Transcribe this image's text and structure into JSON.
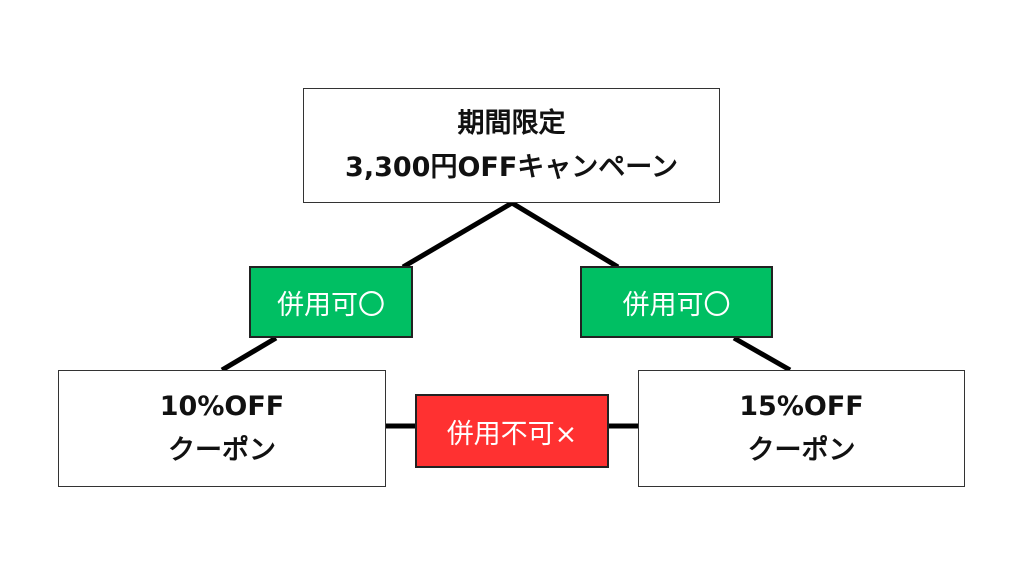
{
  "top": {
    "line1": "期間限定",
    "line2": "3,300円OFFキャンペーン"
  },
  "left_tag": {
    "label": "併用可〇"
  },
  "right_tag": {
    "label": "併用可〇"
  },
  "middle_tag": {
    "label": "併用不可×"
  },
  "left_coupon": {
    "line1": "10%OFF",
    "line2": "クーポン"
  },
  "right_coupon": {
    "line1": "15%OFF",
    "line2": "クーポン"
  },
  "colors": {
    "ok": "#00bf63",
    "ng": "#ff3131"
  }
}
